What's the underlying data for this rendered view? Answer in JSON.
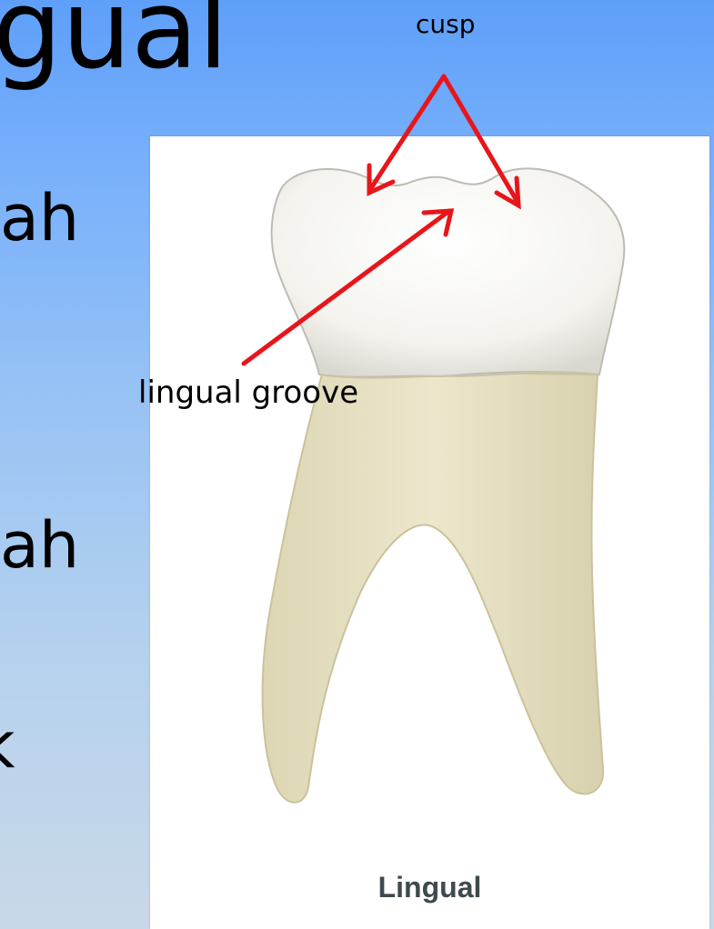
{
  "slide": {
    "title_fragment": "gual",
    "text_fragments": [
      "ah",
      "ah",
      "k"
    ]
  },
  "figure": {
    "caption": "Lingual",
    "labels": {
      "cusp": "cusp",
      "lingual_groove": "lingual groove"
    },
    "colors": {
      "arrow": "#e8151b",
      "crown": "#f7f6f2",
      "root": "#e9e4c6",
      "caption": "#3e4a4e"
    }
  }
}
